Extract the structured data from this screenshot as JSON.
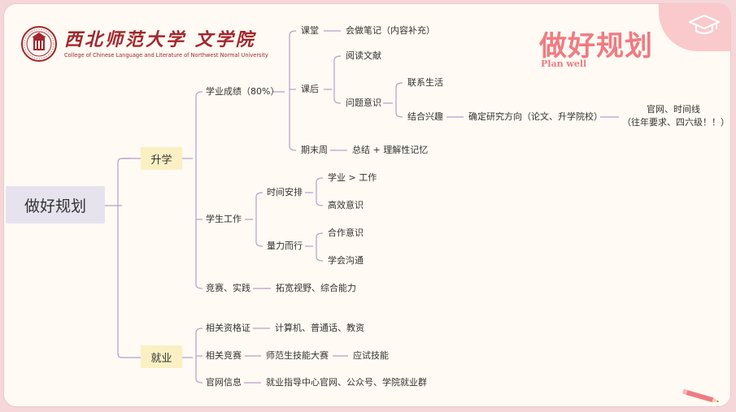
{
  "header": {
    "logo_title": "西北师范大学 文学院",
    "logo_subtitle": "College of Chinese Language and Literature of Northwest Normal University",
    "title": "做好规划",
    "subtitle": "Plan well",
    "cap_icon": "graduation-cap-icon",
    "pencil_icon": "pencil-icon"
  },
  "colors": {
    "accent_pink": "#f07b82",
    "line": "#b69fc9",
    "root_fill": "#e6e3ef",
    "branch_fill": "#fbf0c4",
    "logo_red": "#a3262c"
  },
  "mindmap": {
    "root": "做好规划",
    "sx": {
      "label": "升学",
      "xy": {
        "label": "学业成绩（80%）",
        "kt": {
          "label": "课堂",
          "child": "会做笔记（内容补充）"
        },
        "kh": {
          "label": "课后",
          "ydwx": "阅读文献",
          "wtys": {
            "label": "问题意识",
            "lxsh": "联系生活",
            "jhxq": {
              "label": "结合兴趣",
              "qdfx": "确定研究方向（论文、升学院校）",
              "gw_line1": "官网、时间线",
              "gw_line2": "（往年要求、四六级！！）"
            }
          }
        },
        "qmz": {
          "label": "期末周",
          "child": "总结 + 理解性记忆"
        }
      },
      "xsgz": {
        "label": "学生工作",
        "sjap": {
          "label": "时间安排",
          "c1": "学业 > 工作",
          "c2": "高效意识"
        },
        "llex": {
          "label": "量力而行",
          "c1": "合作意识",
          "c2": "学会沟通"
        }
      },
      "jssj": {
        "label": "竞赛、实践",
        "child": "拓宽视野、综合能力"
      }
    },
    "jy": {
      "label": "就业",
      "zgz": {
        "label": "相关资格证",
        "child": "计算机、普通话、教资"
      },
      "xgjs": {
        "label": "相关竞赛",
        "child": "师范生技能大赛",
        "grandchild": "应试技能"
      },
      "gwxx": {
        "label": "官网信息",
        "child": "就业指导中心官网、公众号、学院就业群"
      }
    }
  }
}
